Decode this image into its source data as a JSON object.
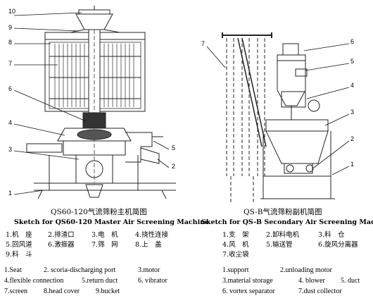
{
  "left_diagram": {
    "callouts": [
      "10",
      "9",
      "8",
      "7",
      "6",
      "4",
      "3",
      "1",
      "5",
      "2"
    ],
    "caption_cn": "QS60-120气流筛粉主机简图",
    "caption_en": "Sketch for QS60-120 Master Air Screening Machine",
    "legend_cn": [
      [
        "1.机　座",
        "2.排渣口",
        "3.电　机",
        "4.挠性连接"
      ],
      [
        "5.回风道",
        "6.激振器",
        "7.筛　网",
        "8.上　盖"
      ],
      [
        "9.料　斗"
      ]
    ],
    "legend_en": [
      [
        "1.Seat",
        "2. scoria-discharging port",
        "3.motor"
      ],
      [
        "4.flexible connection",
        "5.return duct",
        "6. vibrator"
      ],
      [
        "7.screen",
        "8.head cover",
        "9.bucket"
      ]
    ]
  },
  "right_diagram": {
    "callouts": [
      "7",
      "6",
      "5",
      "4",
      "3",
      "2",
      "1"
    ],
    "caption_cn": "QS-B气流筛粉副机简图",
    "caption_en": "Sketch for QS-B Secondary Air Screening Machine",
    "legend_cn": [
      [
        "1.支　架",
        "2.卸料电机",
        "3.料　仓"
      ],
      [
        "4.风　机",
        "5.输送管",
        "6.旋风分离器"
      ],
      [
        "7.收尘袋"
      ]
    ],
    "legend_en": [
      [
        "1.support",
        "2.unloading motor"
      ],
      [
        "3.material storage",
        "4. blower",
        "5. duct"
      ],
      [
        "6. vortex separator",
        "7.dust collector"
      ]
    ]
  }
}
